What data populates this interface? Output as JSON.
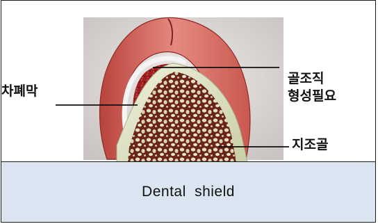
{
  "figure": {
    "labels": {
      "left": "차폐막",
      "right_top_line1": "골조직",
      "right_top_line2": "형성필요",
      "right_bottom": "지조골"
    }
  },
  "caption": "Dental shield"
}
